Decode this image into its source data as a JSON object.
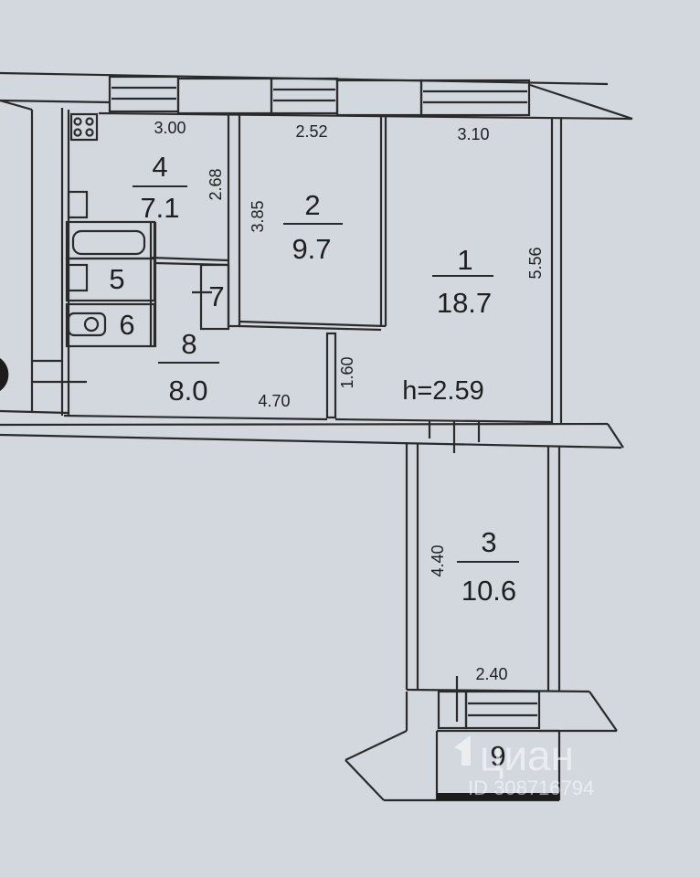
{
  "rooms": [
    {
      "number": "1",
      "area": "18.7"
    },
    {
      "number": "2",
      "area": "9.7"
    },
    {
      "number": "3",
      "area": "10.6"
    },
    {
      "number": "4",
      "area": "7.1"
    },
    {
      "number": "5"
    },
    {
      "number": "6"
    },
    {
      "number": "7"
    },
    {
      "number": "8",
      "area": "8.0"
    },
    {
      "number": "9"
    }
  ],
  "dimensions": {
    "kitchen_width": "3.00",
    "kitchen_depth": "2.68",
    "room2_width": "2.52",
    "room2_depth": "3.85",
    "room1_width": "3.10",
    "room1_depth": "5.56",
    "hall_length": "4.70",
    "hall_width": "1.60",
    "room3_depth": "4.40",
    "room3_width": "2.40"
  },
  "ceiling_height": "h=2.59",
  "watermark": {
    "brand": "циан",
    "id": "ID 308716794"
  },
  "colors": {
    "paper": "#d2d8de",
    "line": "#2a2a2a"
  }
}
